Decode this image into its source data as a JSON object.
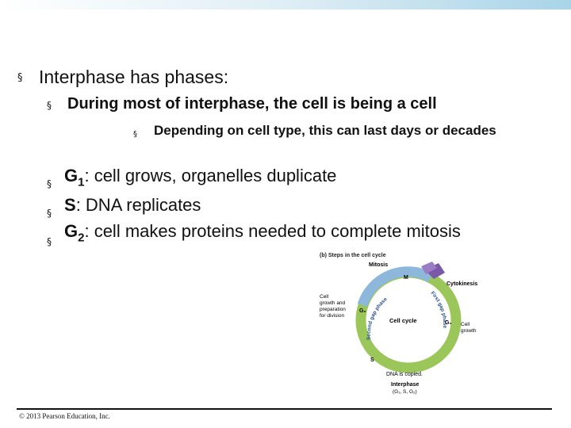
{
  "bullets": {
    "b1": "Interphase has phases:",
    "b2": "During most of interphase, the cell is being a cell",
    "b3": "Depending on cell type, this can last days or decades",
    "g1_label": "G",
    "g1_sub": "1",
    "g1_text": ": cell grows, organelles duplicate",
    "s_label": "S",
    "s_text": ": DNA replicates",
    "g2_label": "G",
    "g2_sub": "2",
    "g2_text": ": cell makes proteins needed to complete mitosis"
  },
  "diagram": {
    "title": "(b) Steps in the cell cycle",
    "mitosis": "Mitosis",
    "m": "M",
    "cytokinesis": "Cytokinesis",
    "cell_growth_prep_1": "Cell",
    "cell_growth_prep_2": "growth and",
    "cell_growth_prep_3": "preparation",
    "cell_growth_prep_4": "for division",
    "g2": "G₂",
    "second_gap": "Second gap phase",
    "first_gap": "First gap phase",
    "cell_cycle": "Cell cycle",
    "g1": "G₁",
    "cell_growth_1": "Cell",
    "cell_growth_2": "growth",
    "s": "S",
    "dna_copied": "DNA is copied.",
    "interphase": "Interphase",
    "interphase_phases": "(G₁, S, G₂)"
  },
  "footer": "© 2013 Pearson Education, Inc.",
  "colors": {
    "green": "#9bc75a",
    "blue": "#8db8dc",
    "purple": "#7b57a8",
    "gap_blue": "#3a6fb0"
  }
}
